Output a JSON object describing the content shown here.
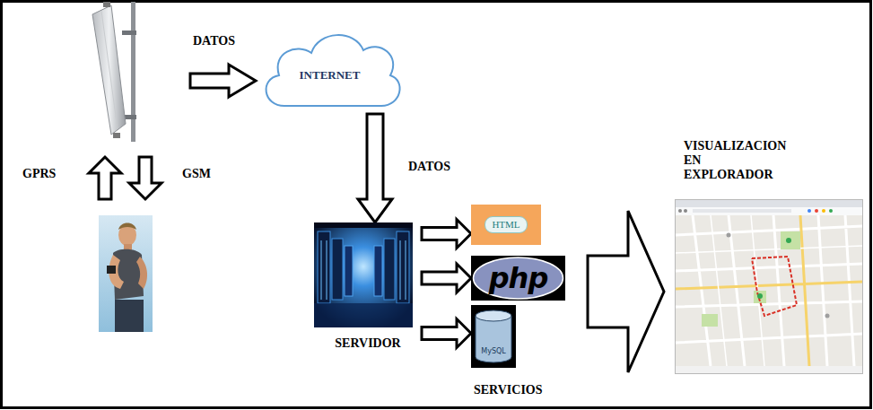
{
  "diagram": {
    "nodes": [
      {
        "text": [
          "INTERNET"
        ]
      },
      {
        "text": [
          "SERVIDOR"
        ]
      },
      {
        "text": [
          "HTML"
        ]
      },
      {
        "text": [
          "php"
        ]
      },
      {
        "text": [
          "MySQL"
        ]
      },
      {
        "text": [
          "VISUALIZACION EN EXPLORADOR"
        ]
      }
    ],
    "edges": [
      {
        "from": 0,
        "to": 1,
        "label": "DATOS",
        "arrow": "to"
      },
      {
        "from": 1,
        "to": 2,
        "arrow": "to"
      },
      {
        "from": 1,
        "to": 3,
        "arrow": "to"
      },
      {
        "from": 1,
        "to": 4,
        "arrow": "to"
      }
    ],
    "labels": [
      "DATOS",
      "GPRS",
      "GSM",
      "SERVICIOS"
    ]
  }
}
